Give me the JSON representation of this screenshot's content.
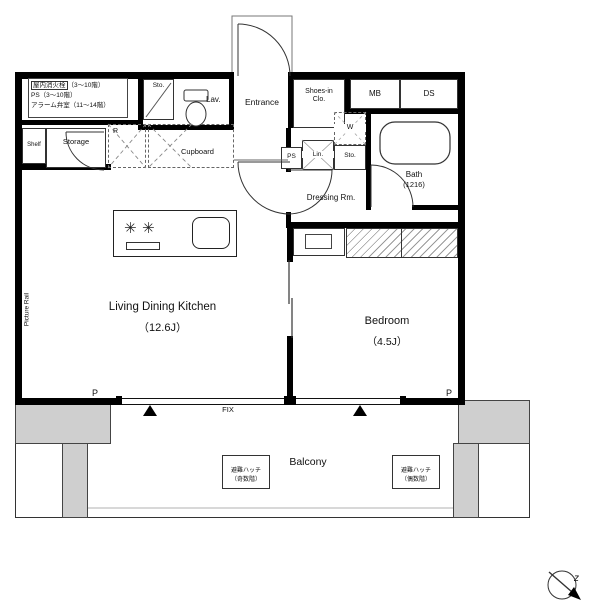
{
  "info_box": {
    "badge": "屋内消火栓",
    "badge_suffix": "（3〜10階）",
    "line2": "PS（3〜10階）",
    "line3": "アラーム弁室（11〜14階）"
  },
  "rooms": {
    "entrance": "Entrance",
    "lav": "Lav.",
    "sto_top": "Sto.",
    "shoes_line1": "Shoes-in",
    "shoes_line2": "Clo.",
    "mb": "MB",
    "ds": "DS",
    "shelf": "Shelf",
    "storage": "Storage",
    "fridge": "R",
    "cupboard": "Cupboard",
    "ps": "PS",
    "lin": "Lin.",
    "washer": "W",
    "sto_mid": "Sto.",
    "bath_name": "Bath",
    "bath_size": "(1216)",
    "dressing": "Dressing Rm.",
    "ldk_name": "Living Dining Kitchen",
    "ldk_size": "（12.6J）",
    "bedroom_name": "Bedroom",
    "bedroom_size": "（4.5J）",
    "balcony": "Balcony"
  },
  "annotations": {
    "fix": "FIX",
    "p_left": "P",
    "p_right": "P",
    "picture_rail": "Picture Rail",
    "hatch_odd_line1": "避難ハッチ",
    "hatch_odd_line2": "（奇数階）",
    "hatch_even_line1": "避難ハッチ",
    "hatch_even_line2": "（偶数階）",
    "compass": "z"
  },
  "icons": {
    "burner": "✳"
  },
  "colors": {
    "wall": "#000000",
    "concrete": "#cfcfcf",
    "line": "#333333"
  }
}
